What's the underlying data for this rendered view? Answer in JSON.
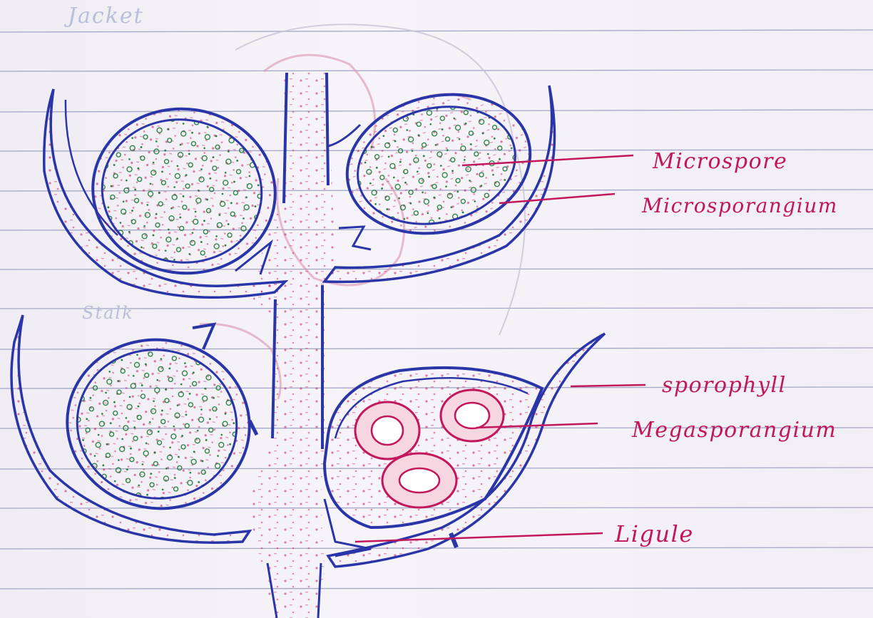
{
  "diagram": {
    "labels": {
      "microspore": "Microspore",
      "microsporangium": "Microsporangium",
      "sporophyll": "sporophyll",
      "megasporangium": "Megasporangium",
      "ligule": "Ligule"
    },
    "ghost_text": {
      "top": "Jacket",
      "middle": "Stalk"
    },
    "colors": {
      "ink_blue": "#2a36a8",
      "ink_pink": "#c2185b",
      "ink_green": "#1f7a3a",
      "rule_line": "#8c8fb8",
      "paper": "#f3f0f6"
    }
  }
}
